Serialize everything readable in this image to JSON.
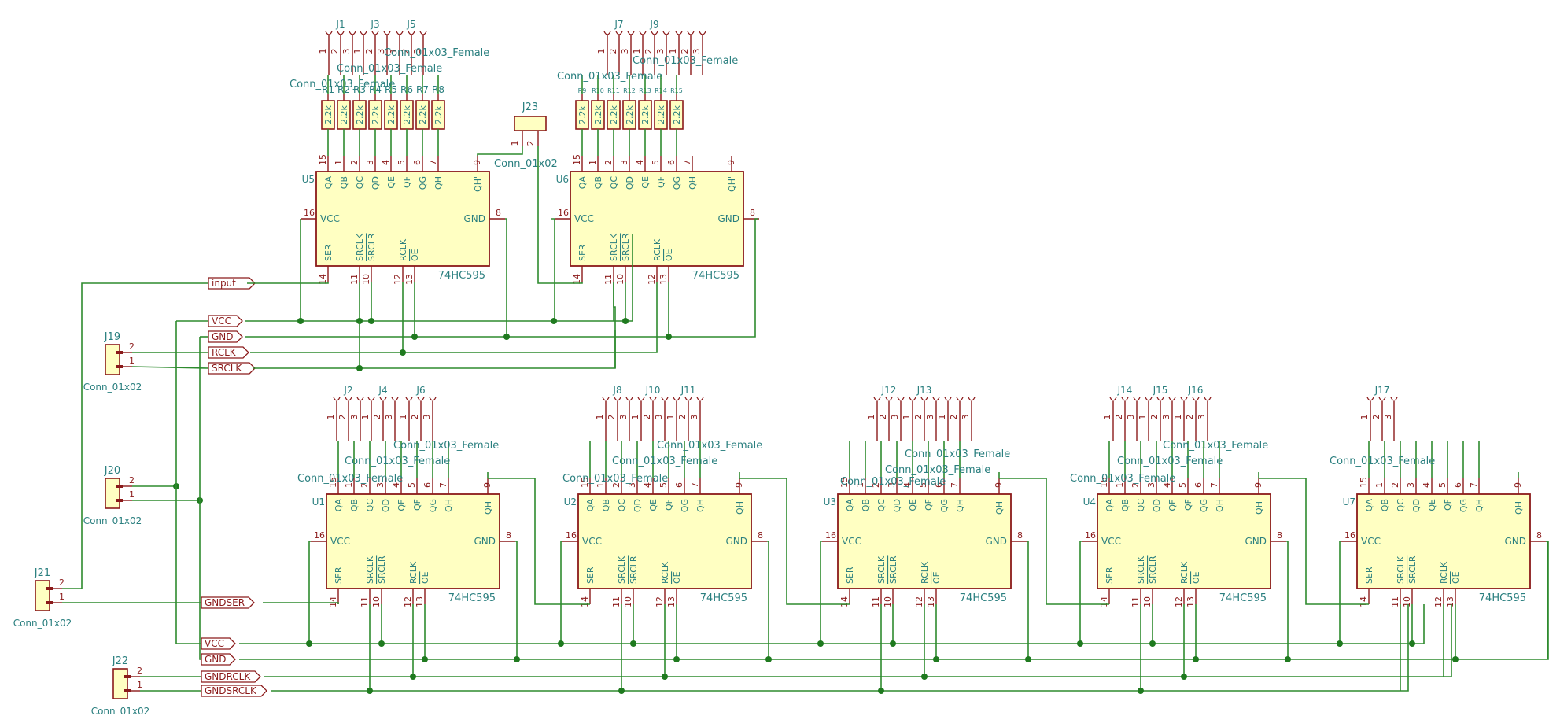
{
  "colors": {
    "wire": "#2e8b2e",
    "part": "#8b1a1a",
    "part_fill": "#ffffc2",
    "text": "#2a7f7f",
    "pin": "#8b1a1a",
    "junction": "#1f7a1f"
  },
  "ic_pins_top": [
    {
      "num": "15",
      "name": "QA"
    },
    {
      "num": "1",
      "name": "QB"
    },
    {
      "num": "2",
      "name": "QC"
    },
    {
      "num": "3",
      "name": "QD"
    },
    {
      "num": "4",
      "name": "QE"
    },
    {
      "num": "5",
      "name": "QF"
    },
    {
      "num": "6",
      "name": "QG"
    },
    {
      "num": "7",
      "name": "QH"
    }
  ],
  "ic_pins_bottom": [
    {
      "num": "14",
      "name": "SER"
    },
    {
      "num": "11",
      "name": "SRCLK"
    },
    {
      "num": "10",
      "name": "SRCLR"
    },
    {
      "num": "12",
      "name": "RCLK"
    },
    {
      "num": "13",
      "name": "OE"
    }
  ],
  "ic_side": {
    "vcc_num": "16",
    "vcc": "VCC",
    "gnd_num": "8",
    "gnd": "GND",
    "qhp_num": "9",
    "qhp": "QH'",
    "value": "74HC595"
  },
  "ics": [
    {
      "ref": "U5"
    },
    {
      "ref": "U6"
    },
    {
      "ref": "U1"
    },
    {
      "ref": "U2"
    },
    {
      "ref": "U3"
    },
    {
      "ref": "U4"
    },
    {
      "ref": "U7"
    }
  ],
  "resistors": {
    "value": "2.2k",
    "refs_u5": [
      "R1",
      "R2",
      "R3",
      "R4",
      "R5",
      "R6",
      "R7",
      "R8"
    ],
    "refs_u6": [
      "R9",
      "R10",
      "R11",
      "R12",
      "R13",
      "R14",
      "R15"
    ]
  },
  "connector_value_3": "Conn_01x03_Female",
  "connector_value_2": "Conn_01x02",
  "connectors3": [
    {
      "ref": "J1"
    },
    {
      "ref": "J3"
    },
    {
      "ref": "J5"
    },
    {
      "ref": "J7"
    },
    {
      "ref": "J9"
    },
    {
      "ref": "J2"
    },
    {
      "ref": "J4"
    },
    {
      "ref": "J6"
    },
    {
      "ref": "J8"
    },
    {
      "ref": "J10"
    },
    {
      "ref": "J11"
    },
    {
      "ref": "J12"
    },
    {
      "ref": "J13"
    },
    {
      "ref": "J14"
    },
    {
      "ref": "J15"
    },
    {
      "ref": "J16"
    },
    {
      "ref": "J17"
    }
  ],
  "connectors2": [
    {
      "ref": "J23"
    },
    {
      "ref": "J19"
    },
    {
      "ref": "J20"
    },
    {
      "ref": "J21"
    },
    {
      "ref": "J22"
    }
  ],
  "pin_numbers_3": [
    "1",
    "2",
    "3"
  ],
  "pin_numbers_2": [
    "1",
    "2"
  ],
  "net_labels": {
    "input": "input",
    "vcc": "VCC",
    "gnd": "GND",
    "rclk": "RCLK",
    "srclk": "SRCLK",
    "gndser": "GNDSER",
    "gndrclk": "GNDRCLK",
    "gndsrclk": "GNDSRCLK"
  }
}
